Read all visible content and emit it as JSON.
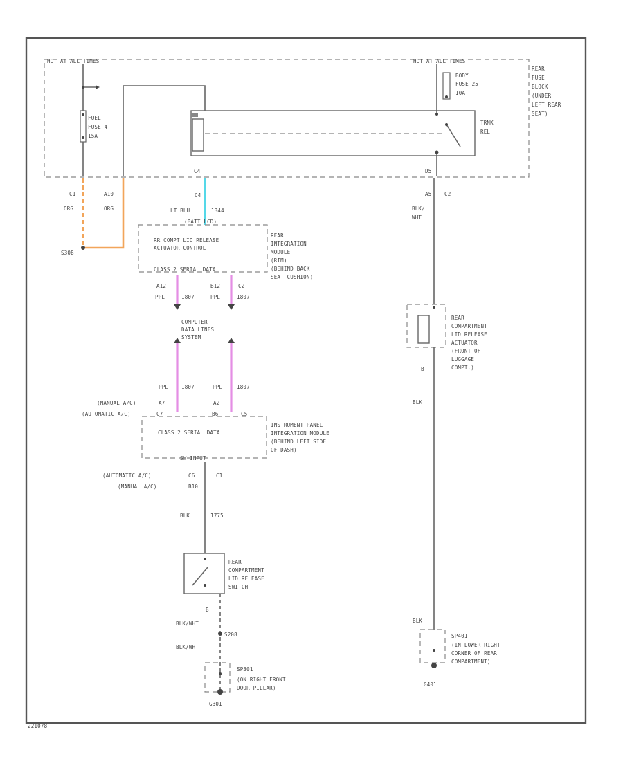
{
  "labels": {
    "hot_left": "HOT AT ALL TIMES",
    "hot_right": "HOT AT ALL TIMES",
    "fuse_left": "FUSE 4",
    "fuse_left_amp": "15A",
    "fuse_left_name": "FUEL",
    "fuse_right_name": "BODY",
    "fuse_right": "FUSE 25",
    "fuse_right_amp": "10A",
    "rear_fuse_block": [
      "REAR",
      "FUSE",
      "BLOCK",
      "(UNDER",
      "LEFT REAR",
      "SEAT)"
    ],
    "trunk_rel": [
      "TRNK",
      "REL"
    ],
    "conn_c1_left": "C1",
    "conn_a10": "A10",
    "org1": "ORG",
    "org2": "ORG",
    "splice_s308": "S308",
    "c4": "C4",
    "d5": "D5",
    "a5": "A5",
    "c2_right": "C2",
    "wire_ltblu": "LT BLU",
    "wire_ltblu_num": "1344",
    "wire_blkwht_top": "BLK/",
    "wire_blkwht_top2": "WHT",
    "module_top_label": "(BATT LCD)",
    "module_ctrl": [
      "RR COMPT LID RELEASE",
      "ACTUATOR CONTROL"
    ],
    "module_serial": "CLASS 2 SERIAL DATA",
    "rim_name": [
      "REAR",
      "INTEGRATION",
      "MODULE",
      "(RIM)",
      "(BEHIND BACK",
      "SEAT CUSHION)"
    ],
    "a12": "A12",
    "b12": "B12",
    "c2_mid": "C2",
    "ppl1": "PPL",
    "n1807a": "1807",
    "ppl2": "PPL",
    "n1807b": "1807",
    "cdls": [
      "COMPUTER",
      "DATA LINES",
      "SYSTEM"
    ],
    "ppl3": "PPL",
    "n1807c": "1807",
    "ppl4": "PPL",
    "n1807d": "1807",
    "manual_ac": "(MANUAL A/C)",
    "auto_ac": "(AUTOMATIC A/C)",
    "c7": "C7",
    "a7": "A7",
    "a2": "A2",
    "b6": "B6",
    "c5": "C5",
    "ipm_serial": "CLASS 2 SERIAL DATA",
    "ipm_name": [
      "INSTRUMENT PANEL",
      "INTEGRATION MODULE",
      "(BEHIND LEFT SIDE",
      "OF DASH)"
    ],
    "ipm_bottom": "SW INPUT",
    "auto_ac2": "(AUTOMATIC A/C)",
    "manual_ac2": "(MANUAL A/C)",
    "c6": "C6",
    "c1_b": "C1",
    "b10": "B10",
    "wire_blk": "BLK",
    "wire_1775": "1775",
    "switch_name": [
      "REAR",
      "COMPARTMENT",
      "LID RELEASE",
      "SWITCH"
    ],
    "b_pin": "B",
    "blkwht1": "BLK/WHT",
    "s208": "S208",
    "blkwht2": "BLK/WHT",
    "sp301": "SP301",
    "sp301_desc": [
      "(ON RIGHT FRONT",
      "DOOR PILLAR)"
    ],
    "g301": "G301",
    "actuator_name": [
      "REAR",
      "COMPARTMENT",
      "LID RELEASE",
      "ACTUATOR",
      "(FRONT OF",
      "LUGGAGE",
      "COMPT.)"
    ],
    "b_pin2": "B",
    "blk_right1": "BLK",
    "blk_right2": "BLK",
    "sp401": "SP401",
    "sp401_desc": [
      "(IN LOWER RIGHT",
      "CORNER OF REAR",
      "COMPARTMENT)"
    ],
    "g401": "G401",
    "doc_id": "221078"
  }
}
